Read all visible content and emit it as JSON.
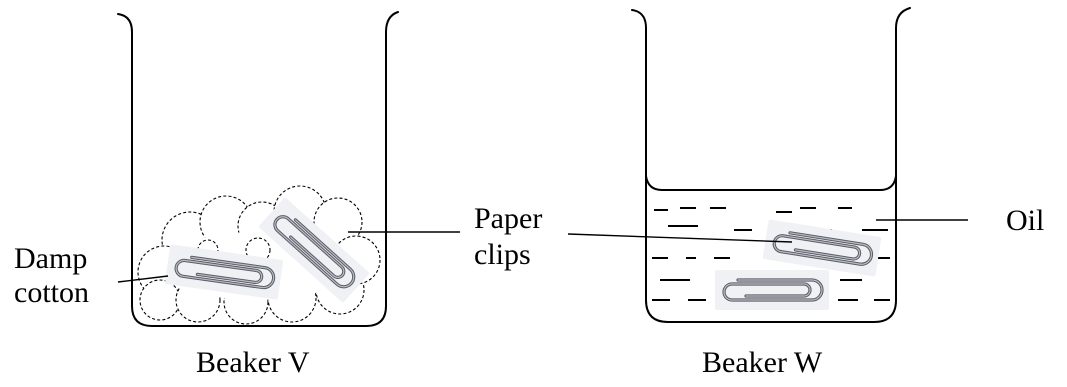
{
  "labels": {
    "damp_cotton_line1": "Damp",
    "damp_cotton_line2": "cotton",
    "paper_clips_line1": "Paper",
    "paper_clips_line2": "clips",
    "oil": "Oil",
    "beaker_v": "Beaker V",
    "beaker_w": "Beaker W"
  },
  "colors": {
    "line": "#000000",
    "background": "#ffffff",
    "clip_wire": "#5a5d66",
    "clip_paper": "#f0f1f5"
  },
  "icons": [
    "paper-clip-icon"
  ]
}
